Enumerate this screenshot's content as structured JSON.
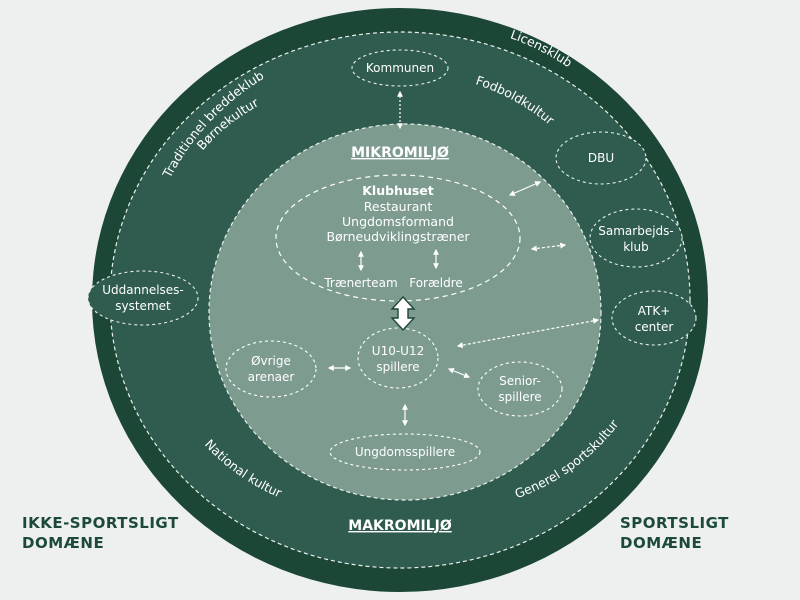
{
  "colors": {
    "background": "#eef0ef",
    "outer_ring": "#1c4737",
    "middle_ring": "#2f5c4f",
    "inner_circle": "#7e9b90",
    "text_light": "#ffffff",
    "domain_text": "#1d4a38"
  },
  "domains": {
    "left": [
      "IKKE-SPORTSLIGT",
      "DOMÆNE"
    ],
    "right": [
      "SPORTSLIGT",
      "DOMÆNE"
    ]
  },
  "outer_ring_labels": {
    "traditional": "Traditionel breddeklub",
    "license": "Licensklub"
  },
  "macro_ring_labels": {
    "children_culture": "Børnekultur",
    "football_culture": "Fodboldkultur",
    "national_culture": "National kultur",
    "general_sports_culture": "Generel sportskultur",
    "title": "MAKROMILJØ"
  },
  "macro_nodes": {
    "municipality": [
      "Kommunen"
    ],
    "dbu": [
      "DBU"
    ],
    "partner_club": [
      "Samarbejds-",
      "klub"
    ],
    "atk_center": [
      "ATK+",
      "center"
    ],
    "education": [
      "Uddannelses-",
      "systemet"
    ]
  },
  "micro": {
    "title": "MIKROMILJØ",
    "clubhouse_title": "Klubhuset",
    "clubhouse_lines": [
      "Restaurant",
      "Ungdomsformand",
      "Børneudviklingstræner"
    ],
    "coach_team": "Trænerteam",
    "parents": "Forældre"
  },
  "micro_nodes": {
    "u10_u12": [
      "U10-U12",
      "spillere"
    ],
    "other_arenas": [
      "Øvrige",
      "arenaer"
    ],
    "senior_players": [
      "Senior-",
      "spillere"
    ],
    "youth_players": [
      "Ungdomsspillere"
    ]
  }
}
